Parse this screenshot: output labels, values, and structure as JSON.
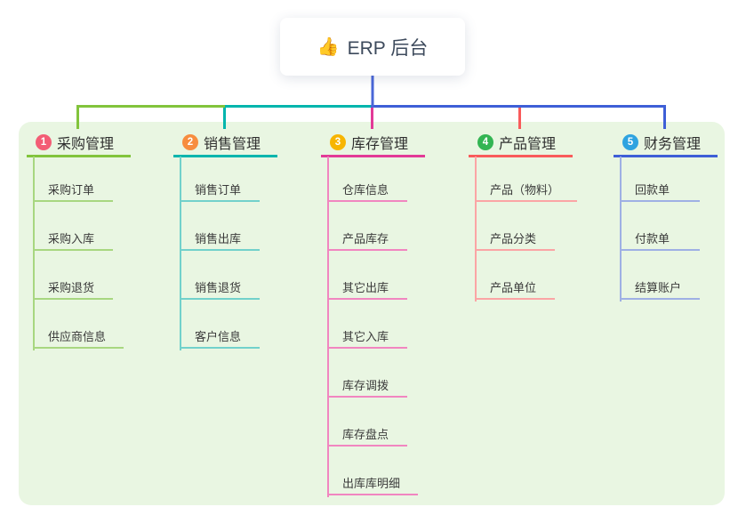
{
  "root": {
    "title": "ERP 后台",
    "icon": "👍",
    "icon_color": "#f5c518",
    "stem_color": "#4a67d8"
  },
  "panel": {
    "background": "#e9f6e2"
  },
  "branches": [
    {
      "badge": "1",
      "label": "采购管理",
      "badge_color": "#f35d75",
      "line_color": "#82c43c",
      "child_line_color": "#a8d780",
      "children": [
        "采购订单",
        "采购入库",
        "采购退货",
        "供应商信息"
      ]
    },
    {
      "badge": "2",
      "label": "销售管理",
      "badge_color": "#f78d3f",
      "line_color": "#00b5ad",
      "child_line_color": "#72d1cb",
      "children": [
        "销售订单",
        "销售出库",
        "销售退货",
        "客户信息"
      ]
    },
    {
      "badge": "3",
      "label": "库存管理",
      "badge_color": "#f7b500",
      "line_color": "#e23a97",
      "child_line_color": "#f186c0",
      "children": [
        "仓库信息",
        "产品库存",
        "其它出库",
        "其它入库",
        "库存调拨",
        "库存盘点",
        "出库库明细"
      ]
    },
    {
      "badge": "4",
      "label": "产品管理",
      "badge_color": "#33b553",
      "line_color": "#f95b5b",
      "child_line_color": "#fba5a5",
      "children": [
        "产品（物料）",
        "产品分类",
        "产品单位"
      ]
    },
    {
      "badge": "5",
      "label": "财务管理",
      "badge_color": "#2ea3e0",
      "line_color": "#3e5fd7",
      "child_line_color": "#9fb0e4",
      "children": [
        "回款单",
        "付款单",
        "结算账户"
      ]
    }
  ]
}
